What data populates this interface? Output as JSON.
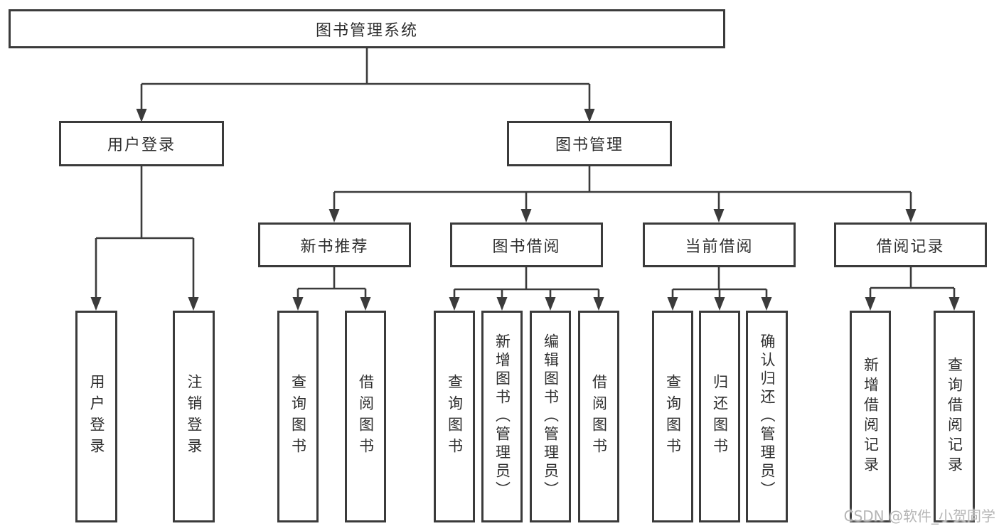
{
  "diagram": {
    "colors": {
      "line": "#3b3b3b",
      "text": "#2e2e2e",
      "background": "#ffffff",
      "watermark": "#b5b5b5"
    },
    "tree": {
      "label": "图书管理系统",
      "children": [
        {
          "label": "用户登录",
          "children": [
            {
              "label": "用户登录"
            },
            {
              "label": "注销登录"
            }
          ]
        },
        {
          "label": "图书管理",
          "children": [
            {
              "label": "新书推荐",
              "children": [
                {
                  "label": "查询图书"
                },
                {
                  "label": "借阅图书"
                }
              ]
            },
            {
              "label": "图书借阅",
              "children": [
                {
                  "label": "查询图书"
                },
                {
                  "label": "新增图书（管理员）"
                },
                {
                  "label": "编辑图书（管理员）"
                },
                {
                  "label": "借阅图书"
                }
              ]
            },
            {
              "label": "当前借阅",
              "children": [
                {
                  "label": "查询图书"
                },
                {
                  "label": "归还图书"
                },
                {
                  "label": "确认归还（管理员）"
                }
              ]
            },
            {
              "label": "借阅记录",
              "children": [
                {
                  "label": "新增借阅记录"
                },
                {
                  "label": "查询借阅记录"
                }
              ]
            }
          ]
        }
      ]
    },
    "watermark": {
      "text": "CSDN @软件_小贺同学"
    }
  }
}
